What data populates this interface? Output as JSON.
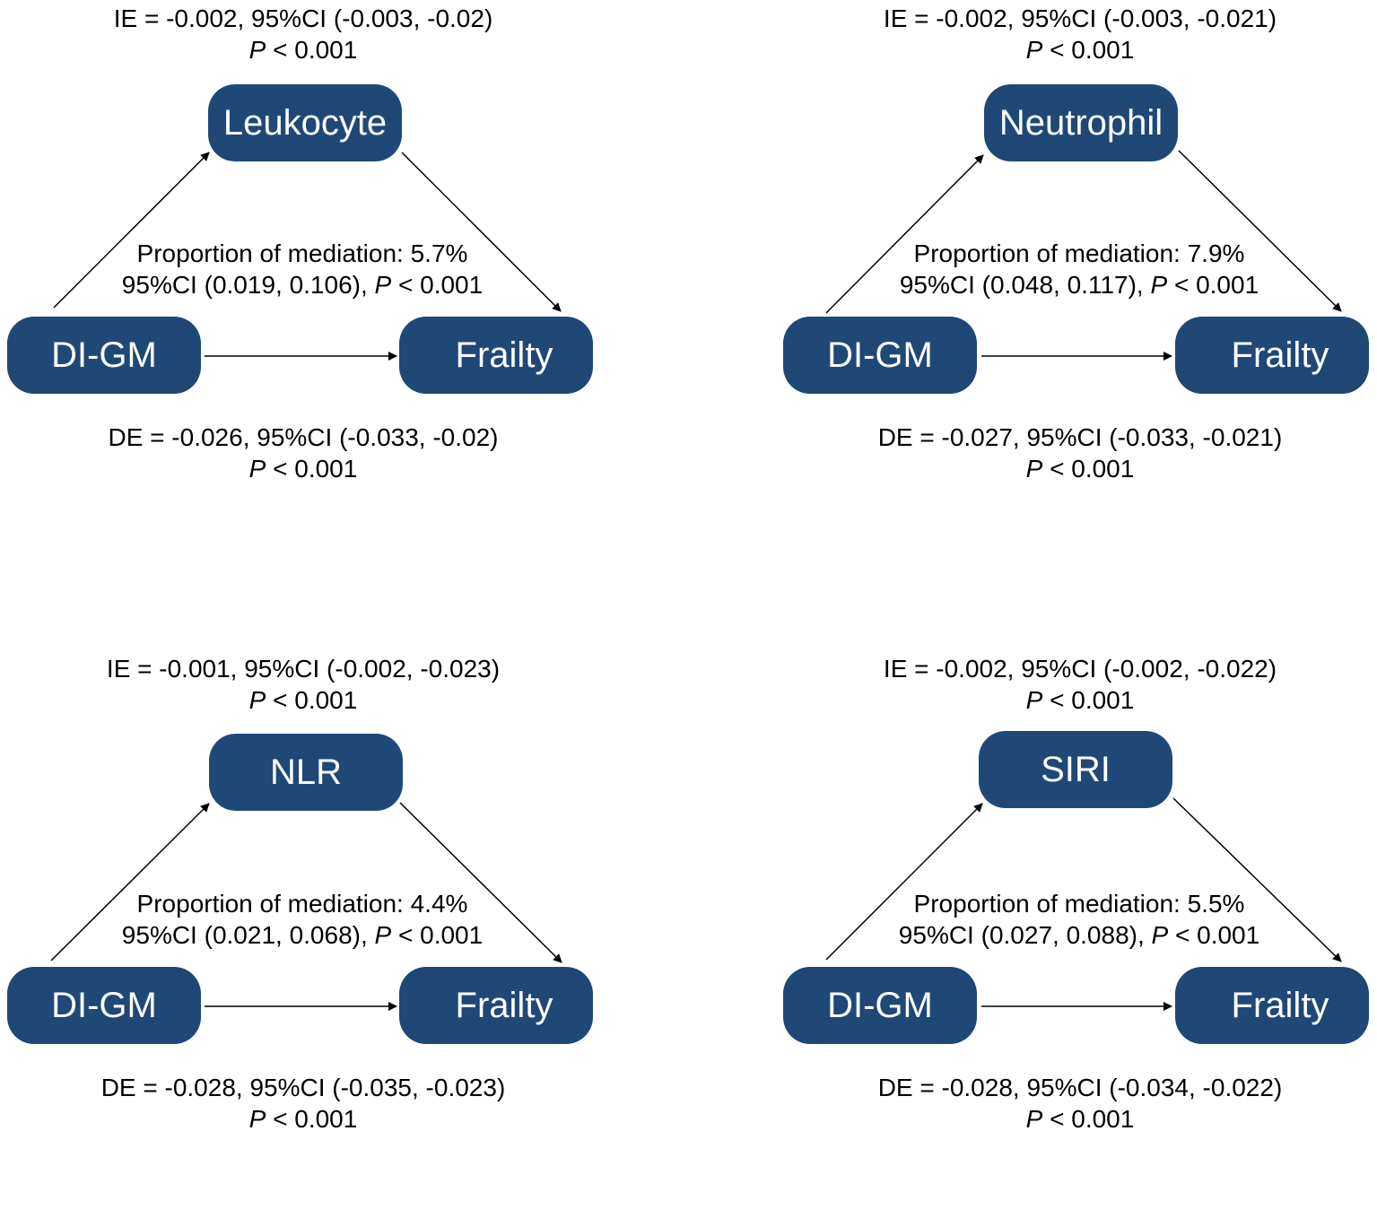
{
  "panels": [
    {
      "mediator": "Leukocyte",
      "exposure": "DI-GM",
      "outcome": "Frailty",
      "ie_line1": "IE = -0.002, 95%CI (-0.003, -0.02)",
      "ie_p_label": "P",
      "ie_p_value": "< 0.001",
      "prop_line1": "Proportion of mediation: 5.7%",
      "prop_ci": "95%CI (0.019, 0.106),",
      "prop_p_label": "P",
      "prop_p_value": "< 0.001",
      "de_line1": "DE = -0.026, 95%CI (-0.033, -0.02)",
      "de_p_label": "P",
      "de_p_value": "< 0.001"
    },
    {
      "mediator": "Neutrophil",
      "exposure": "DI-GM",
      "outcome": "Frailty",
      "ie_line1": "IE = -0.002, 95%CI (-0.003, -0.021)",
      "ie_p_label": "P",
      "ie_p_value": "< 0.001",
      "prop_line1": "Proportion of mediation: 7.9%",
      "prop_ci": "95%CI (0.048, 0.117),",
      "prop_p_label": "P",
      "prop_p_value": "< 0.001",
      "de_line1": "DE = -0.027, 95%CI (-0.033, -0.021)",
      "de_p_label": "P",
      "de_p_value": "< 0.001"
    },
    {
      "mediator": "NLR",
      "exposure": "DI-GM",
      "outcome": "Frailty",
      "ie_line1": "IE = -0.001, 95%CI (-0.002, -0.023)",
      "ie_p_label": "P",
      "ie_p_value": "< 0.001",
      "prop_line1": "Proportion of mediation: 4.4%",
      "prop_ci": "95%CI (0.021, 0.068),",
      "prop_p_label": "P",
      "prop_p_value": "< 0.001",
      "de_line1": "DE = -0.028, 95%CI (-0.035, -0.023)",
      "de_p_label": "P",
      "de_p_value": "< 0.001"
    },
    {
      "mediator": "SIRI",
      "exposure": "DI-GM",
      "outcome": "Frailty",
      "ie_line1": "IE = -0.002, 95%CI (-0.002, -0.022)",
      "ie_p_label": "P",
      "ie_p_value": "< 0.001",
      "prop_line1": "Proportion of mediation: 5.5%",
      "prop_ci": "95%CI (0.027, 0.088),",
      "prop_p_label": "P",
      "prop_p_value": "< 0.001",
      "de_line1": "DE = -0.028, 95%CI (-0.034, -0.022)",
      "de_p_label": "P",
      "de_p_value": "< 0.001"
    }
  ],
  "colors": {
    "node_fill": "#1f4877",
    "node_text": "#ffffff",
    "arrow": "#000000",
    "text": "#000000"
  }
}
